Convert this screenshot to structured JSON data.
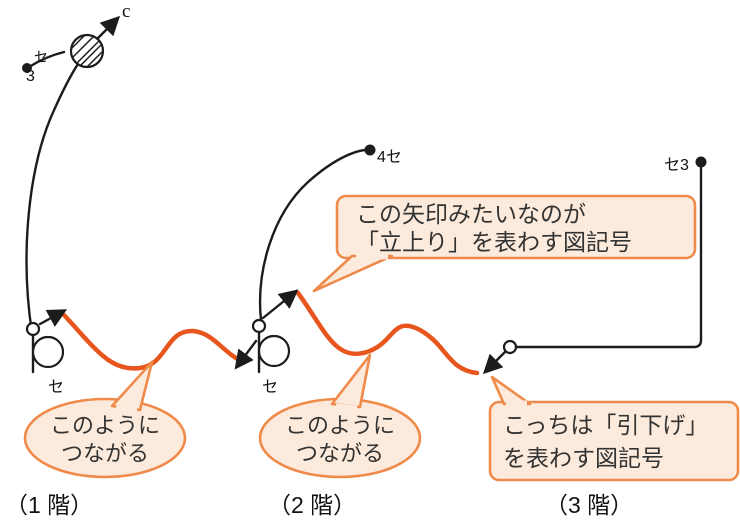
{
  "colors": {
    "ink": "#1c1c1c",
    "highlight": "#e8561e",
    "callout_fill": "#fcebdc",
    "callout_border": "#f08a4a",
    "callout_text": "#333333"
  },
  "labels": {
    "c": "c",
    "tl_se": "セ",
    "tl_3": "3",
    "f1_se": "セ",
    "f2_se": "セ",
    "dot_4se": "4セ",
    "dot_se3": "セ3"
  },
  "callouts": {
    "rising": {
      "line1": "この矢印みたいなのが",
      "line2": "「立上り」を表わす図記号"
    },
    "connect_left": {
      "line1": "このように",
      "line2": "つながる"
    },
    "connect_mid": {
      "line1": "このように",
      "line2": "つながる"
    },
    "pulldown": {
      "line1": "こっちは「引下げ」",
      "line2": "を表わす図記号"
    }
  },
  "floors": [
    {
      "label": "（1 階）"
    },
    {
      "label": "（2 階）"
    },
    {
      "label": "（3 階）"
    }
  ]
}
